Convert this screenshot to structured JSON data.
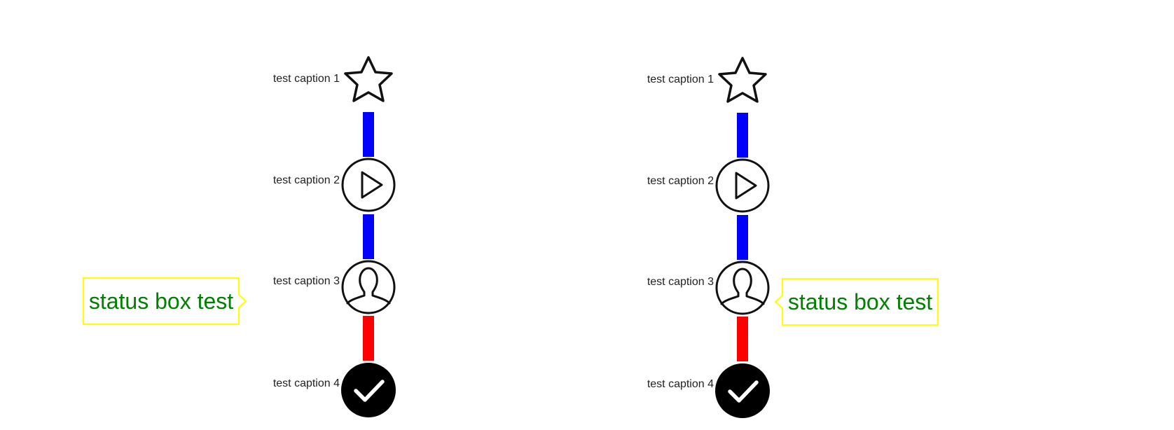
{
  "colors": {
    "connector_blue": "#0000ff",
    "connector_red": "#ff0000",
    "status_text": "#008000",
    "status_border": "#ffff00",
    "icon_stroke": "#111111",
    "icon_fill_done": "#000000"
  },
  "flows": [
    {
      "steps": [
        {
          "caption": "test caption 1",
          "icon": "star-icon"
        },
        {
          "caption": "test caption 2",
          "icon": "play-icon"
        },
        {
          "caption": "test caption 3",
          "icon": "user-icon"
        },
        {
          "caption": "test caption 4",
          "icon": "check-icon"
        }
      ],
      "connectors": [
        "blue",
        "blue",
        "red"
      ],
      "status": {
        "text": "status box test",
        "side": "left",
        "step": 3
      }
    },
    {
      "steps": [
        {
          "caption": "test caption 1",
          "icon": "star-icon"
        },
        {
          "caption": "test caption 2",
          "icon": "play-icon"
        },
        {
          "caption": "test caption 3",
          "icon": "user-icon"
        },
        {
          "caption": "test caption 4",
          "icon": "check-icon"
        }
      ],
      "connectors": [
        "blue",
        "blue",
        "red"
      ],
      "status": {
        "text": "status box test",
        "side": "right",
        "step": 3
      }
    }
  ]
}
